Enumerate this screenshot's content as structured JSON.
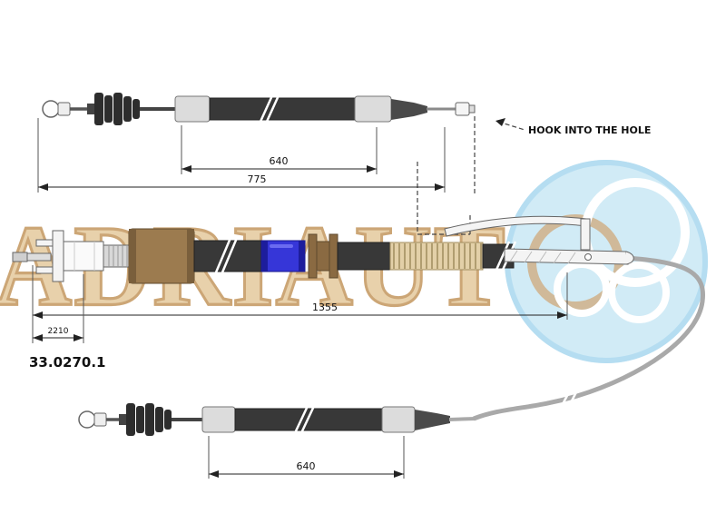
{
  "part": {
    "number": "33.0270.1"
  },
  "annotation": {
    "hook_note": "HOOK INTO THE HOLE"
  },
  "dimensions": {
    "top_inner": "640",
    "top_overall": "775",
    "middle_overall": "1355",
    "middle_left": "2210",
    "bottom_inner": "640"
  },
  "watermark": {
    "text": "ADRIAUT"
  },
  "colors": {
    "watermark_tan": "#d7b488",
    "logo_light_blue": "#cfeaf6",
    "sleeve_blue": "#3636d8",
    "knurl_brown": "#9c7b4f",
    "spring_tan": "#e3d0a8",
    "sheath_dark": "#383838"
  }
}
